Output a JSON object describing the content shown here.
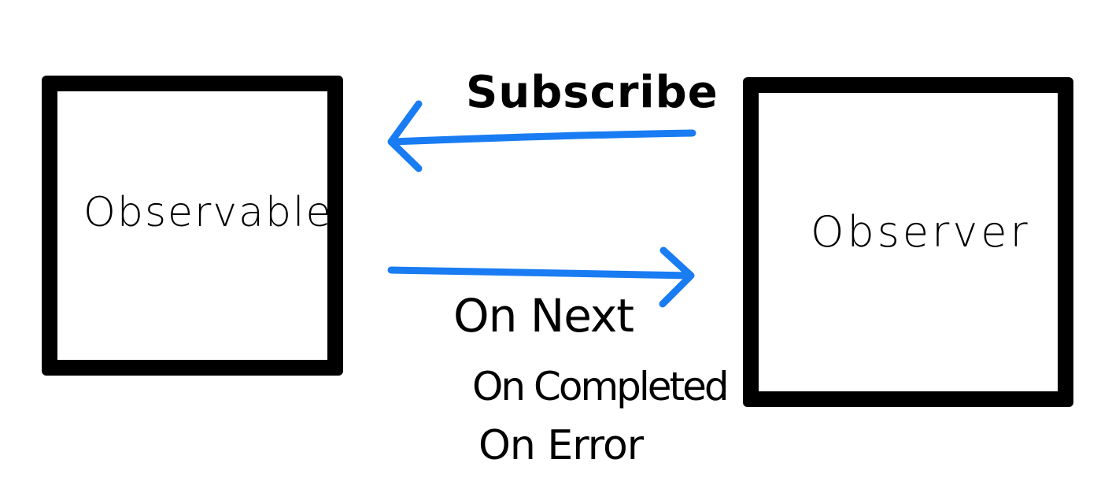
{
  "diagram": {
    "left_box": {
      "label": "Observable"
    },
    "right_box": {
      "label": "Observer"
    },
    "subscribe_arrow": {
      "label": "Subscribe",
      "direction": "right-to-left"
    },
    "emit_arrow": {
      "direction": "left-to-right",
      "events": [
        "On Next",
        "On Completed",
        "On Error"
      ]
    },
    "colors": {
      "arrow": "#1a7cf2",
      "box_border": "#000000",
      "text": "#000000",
      "background": "#ffffff"
    }
  }
}
